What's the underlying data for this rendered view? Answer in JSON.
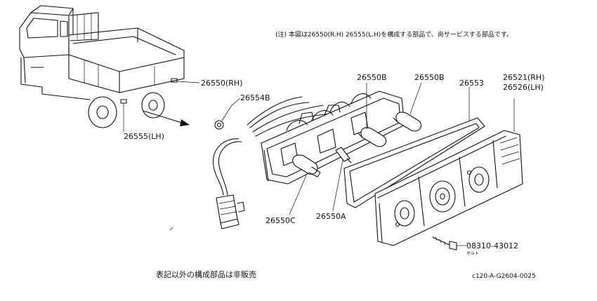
{
  "note": "(注) 本図は26550(R.H) 26555(L.H)を構成する部品で、尚サービスする部品です。",
  "labels": {
    "p26550rh": "26550(RH)",
    "p26554b": "26554B",
    "p26555lh": "26555(LH)",
    "p26550b_1": "26550B",
    "p26550b_2": "26550B",
    "p26553": "26553",
    "p26521rh": "26521(RH)",
    "p26526lh": "26526(LH)",
    "p26550c": "26550C",
    "p26550a": "26550A",
    "bolt_no": "08310-43012",
    "bolt_name": "ボルト"
  },
  "footer_note": "表記以外の構成部品は非販売",
  "diagram_code": "c120-A-G2604-0025"
}
